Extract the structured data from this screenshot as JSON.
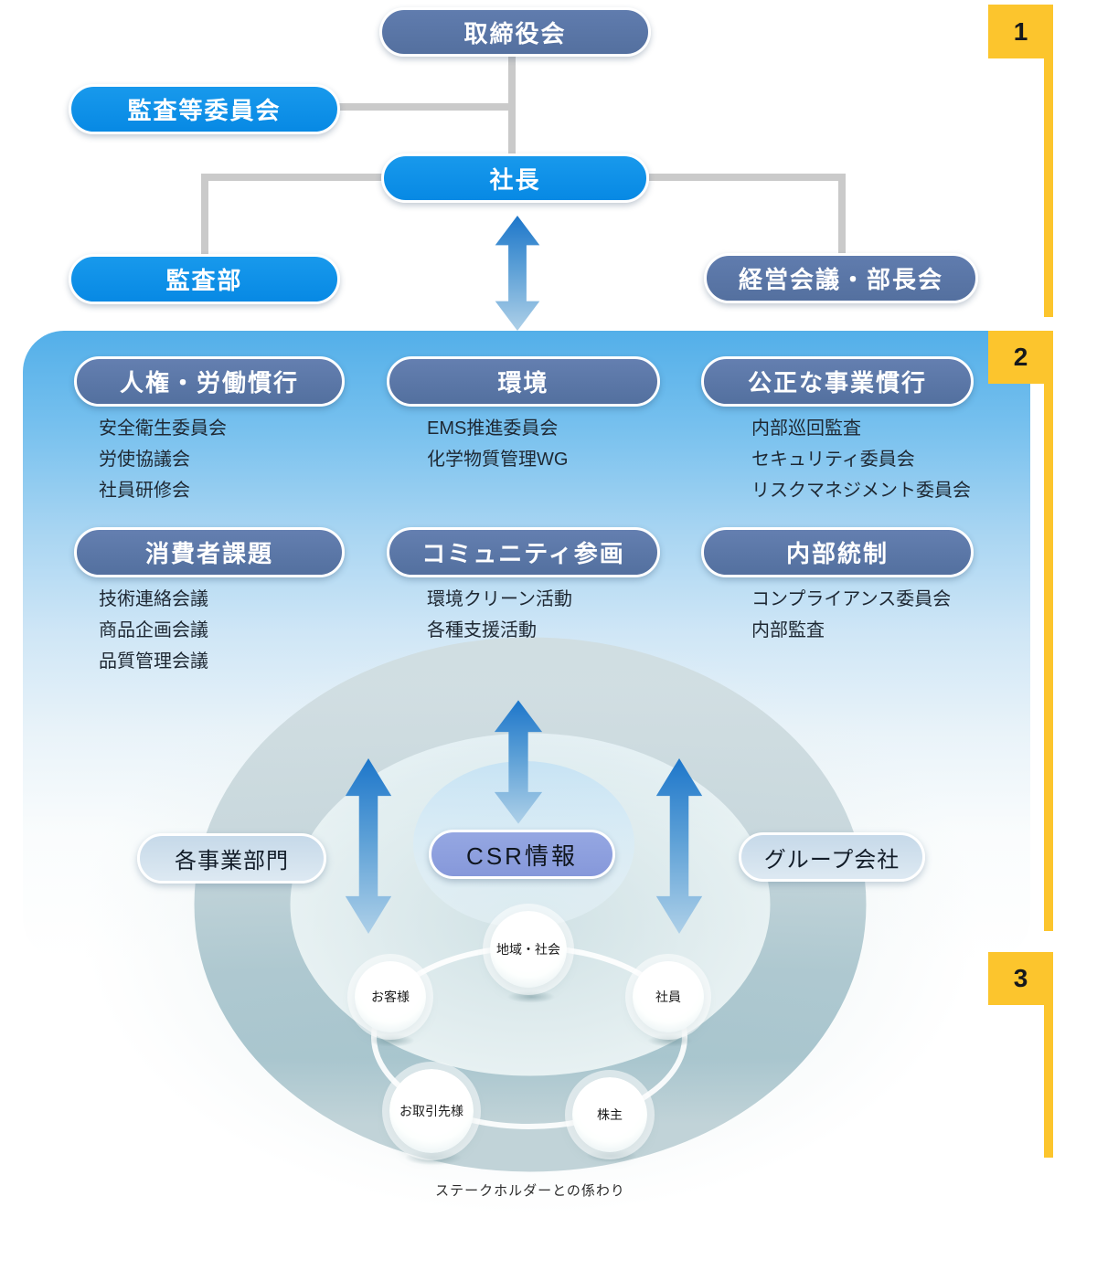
{
  "org_chart": {
    "board": "取締役会",
    "audit_committee": "監査等委員会",
    "president": "社長",
    "audit_department": "監査部",
    "management_meeting": "経営会議・部長会"
  },
  "section_markers": {
    "first": "1",
    "second": "2",
    "third": "3"
  },
  "csr_categories": [
    {
      "title": "人権・労働慣行",
      "items": [
        "安全衛生委員会",
        "労使協議会",
        "社員研修会"
      ]
    },
    {
      "title": "環境",
      "items": [
        "EMS推進委員会",
        "化学物質管理WG"
      ]
    },
    {
      "title": "公正な事業慣行",
      "items": [
        "内部巡回監査",
        "セキュリティ委員会",
        "リスクマネジメント委員会"
      ]
    },
    {
      "title": "消費者課題",
      "items": [
        "技術連絡会議",
        "商品企画会議",
        "品質管理会議"
      ]
    },
    {
      "title": "コミュニティ参画",
      "items": [
        "環境クリーン活動",
        "各種支援活動"
      ]
    },
    {
      "title": "内部統制",
      "items": [
        "コンプライアンス委員会",
        "内部監査"
      ]
    }
  ],
  "csr_ring": {
    "business_divisions": "各事業部門",
    "csr_information": "CSR情報",
    "group_companies": "グループ会社",
    "stakeholders": {
      "community": "地域・社会",
      "customers": "お客様",
      "employees": "社員",
      "suppliers": "お取引先様",
      "shareholders": "株主"
    },
    "caption": "ステークホルダーとの係わり"
  },
  "colors": {
    "bright_blue": "#0a90e8",
    "slate_blue": "#5873a8",
    "marker_yellow": "#fcc52d",
    "csr_purple": "#8c9ede",
    "panel_blue_top": "#54b0e9",
    "connector_gray": "#cacaca",
    "arrow_gradient_top": "#1e78cb",
    "arrow_gradient_bottom": "#aed0e8",
    "ring_gray_blue": "#b2c9d2",
    "light_pill_blue": "#cbdcea"
  }
}
